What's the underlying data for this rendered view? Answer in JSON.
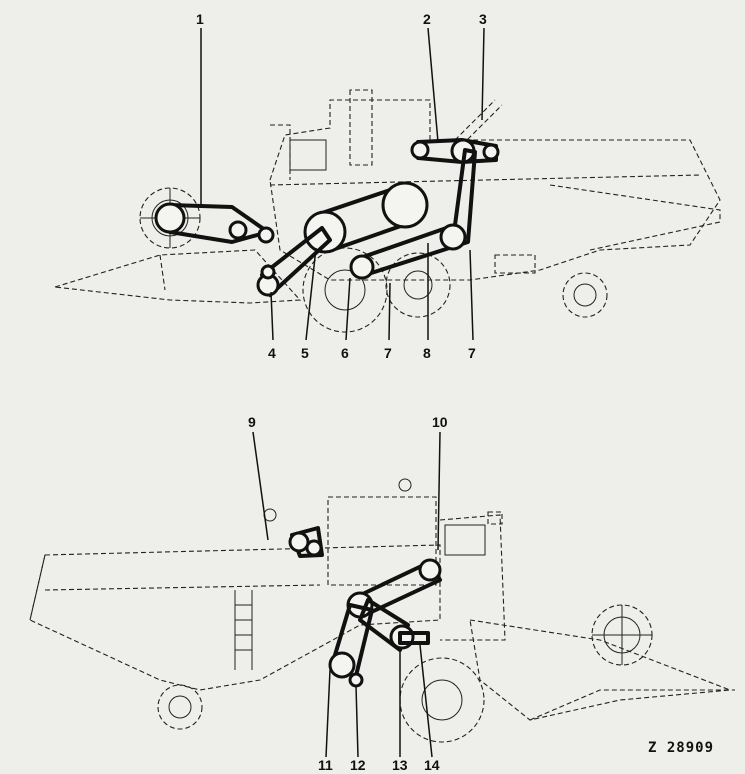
{
  "figure_ref": "Z 28909",
  "top_view": {
    "labels": [
      "1",
      "2",
      "3",
      "4",
      "5",
      "6",
      "7",
      "8",
      "7"
    ]
  },
  "bottom_view": {
    "labels": [
      "9",
      "10",
      "11",
      "12",
      "13",
      "14"
    ]
  },
  "colors": {
    "background": "#eeeeea",
    "ink": "#111111"
  }
}
